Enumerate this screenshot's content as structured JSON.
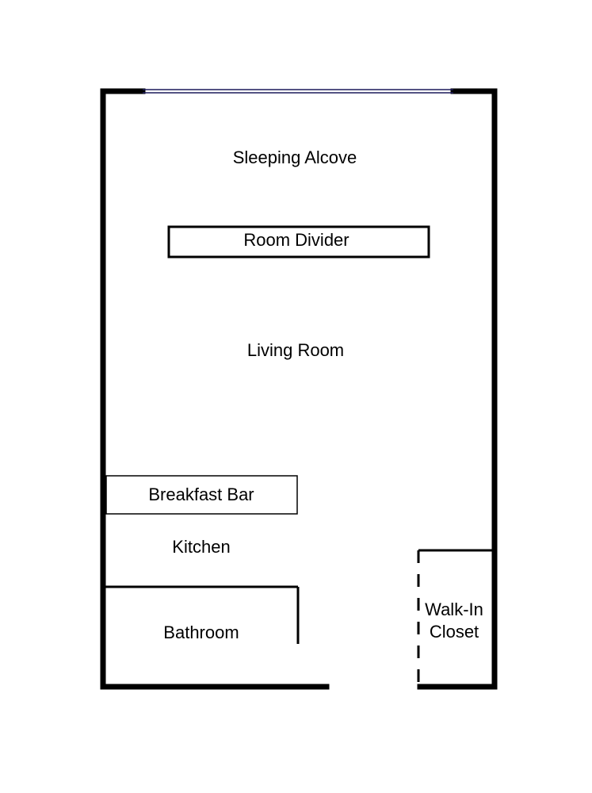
{
  "colors": {
    "wall": "#000000",
    "window": "#1c1a5c",
    "background": "#ffffff"
  },
  "rooms": {
    "sleeping_alcove": "Sleeping Alcove",
    "room_divider": "Room Divider",
    "living_room": "Living Room",
    "breakfast_bar": "Breakfast Bar",
    "kitchen": "Kitchen",
    "bathroom": "Bathroom",
    "closet_line1": "Walk-In",
    "closet_line2": "Closet"
  }
}
